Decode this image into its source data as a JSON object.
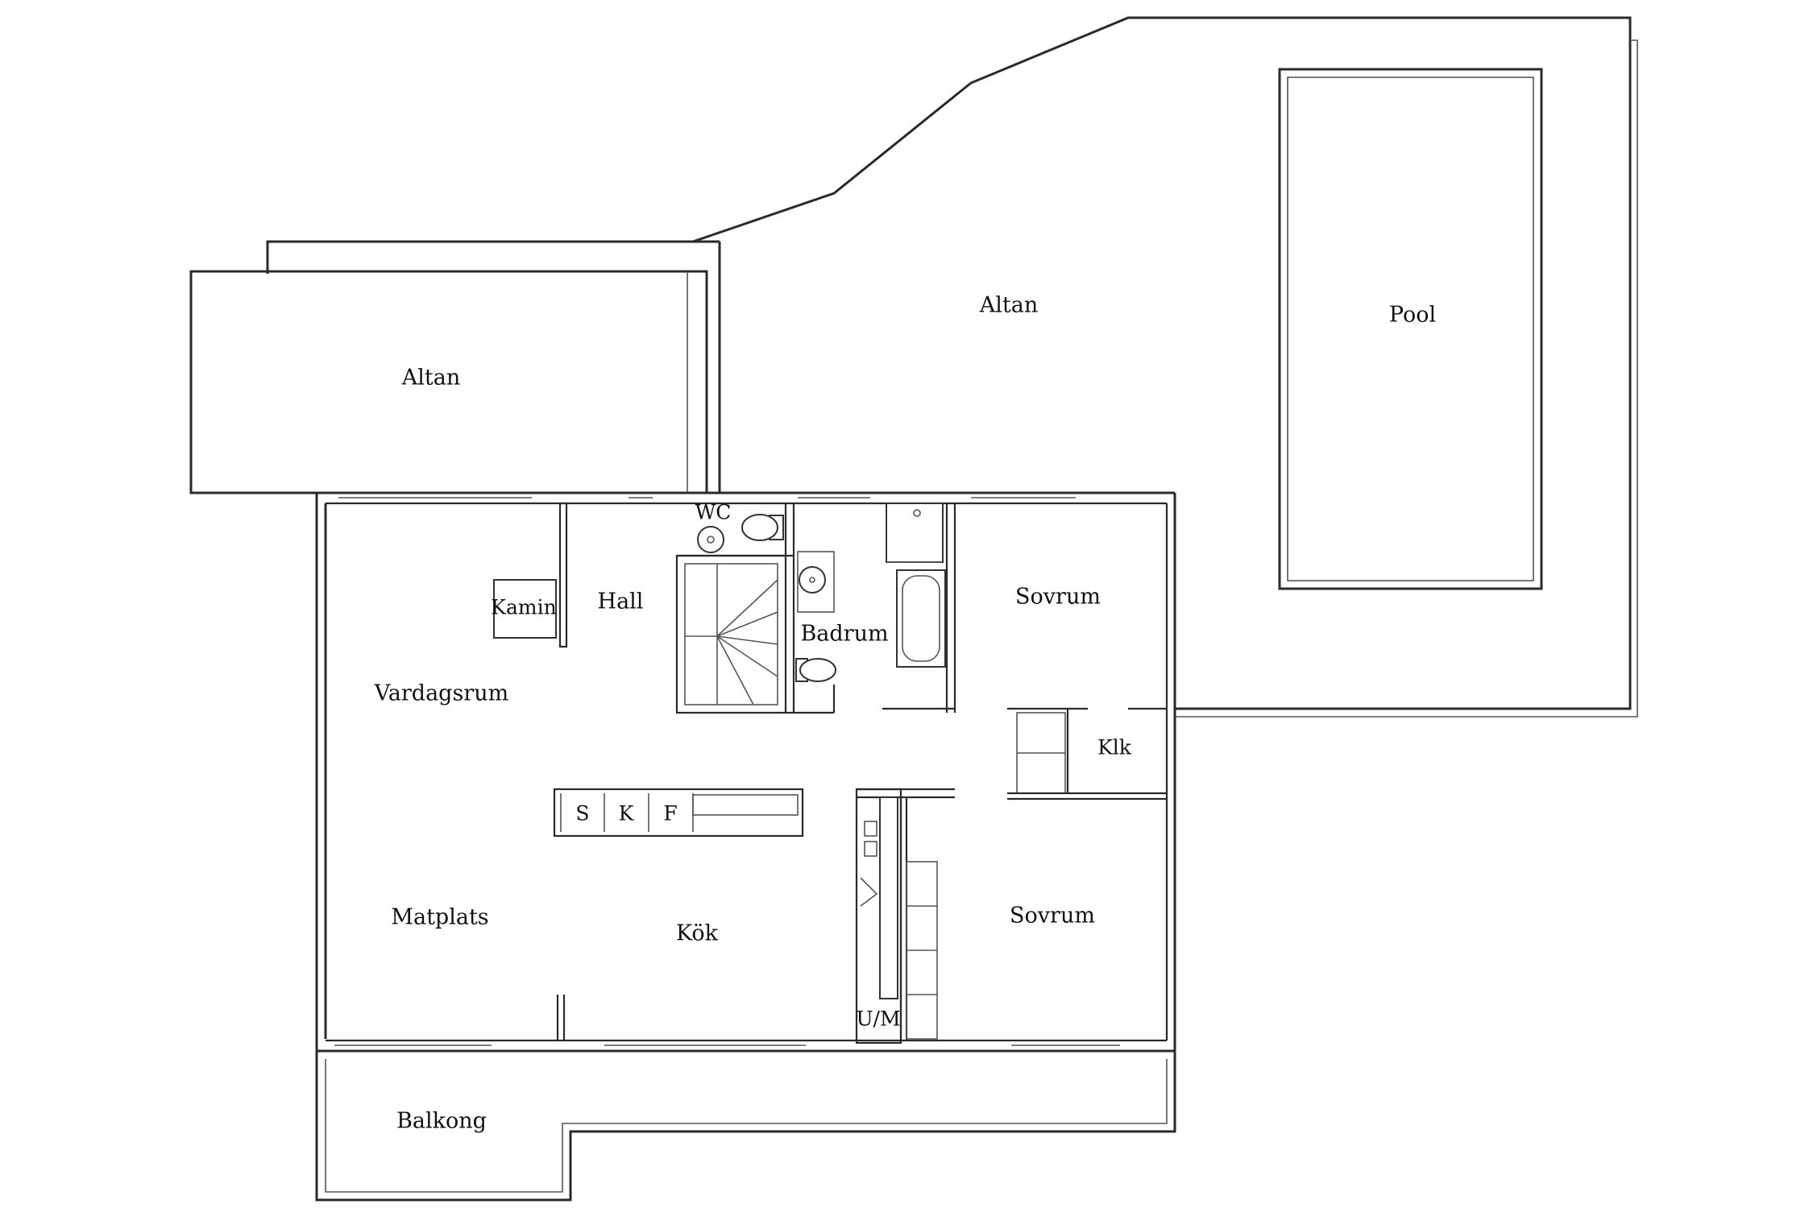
{
  "plan": {
    "rooms": {
      "altan_west": "Altan",
      "altan_north": "Altan",
      "pool": "Pool",
      "wc": "WC",
      "hall": "Hall",
      "kamin": "Kamin",
      "badrum": "Badrum",
      "sovrum_north": "Sovrum",
      "vardagsrum": "Vardagsrum",
      "klk": "Klk",
      "matplats": "Matplats",
      "kok": "Kök",
      "sovrum_south": "Sovrum",
      "um": "U/M",
      "balkong": "Balkong"
    },
    "appliances": {
      "s": "S",
      "k": "K",
      "f": "F"
    }
  }
}
